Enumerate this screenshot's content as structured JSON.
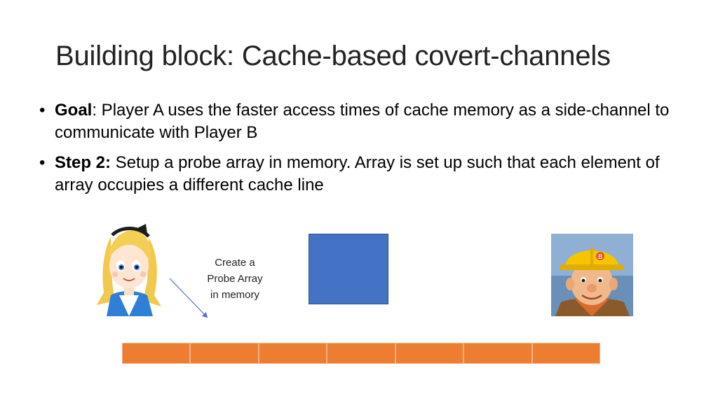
{
  "slide": {
    "title": "Building block: Cache-based covert-channels",
    "bullets": [
      {
        "label": "Goal",
        "text": ": Player A uses the faster access times of cache memory as a side-channel to communicate with Player B"
      },
      {
        "label": "Step 2:",
        "text": " Setup a probe array in memory. Array is set up such that each element of array occupies a different cache line"
      }
    ],
    "diagram": {
      "caption_lines": [
        "Create a",
        "Probe Array",
        "in memory"
      ],
      "probe_array_cells": 7,
      "colors": {
        "blue_box": "#4472c4",
        "probe_cell": "#ed7d31"
      },
      "icons": [
        "alice-character-icon",
        "bob-builder-character-icon",
        "arrow-icon"
      ]
    }
  }
}
